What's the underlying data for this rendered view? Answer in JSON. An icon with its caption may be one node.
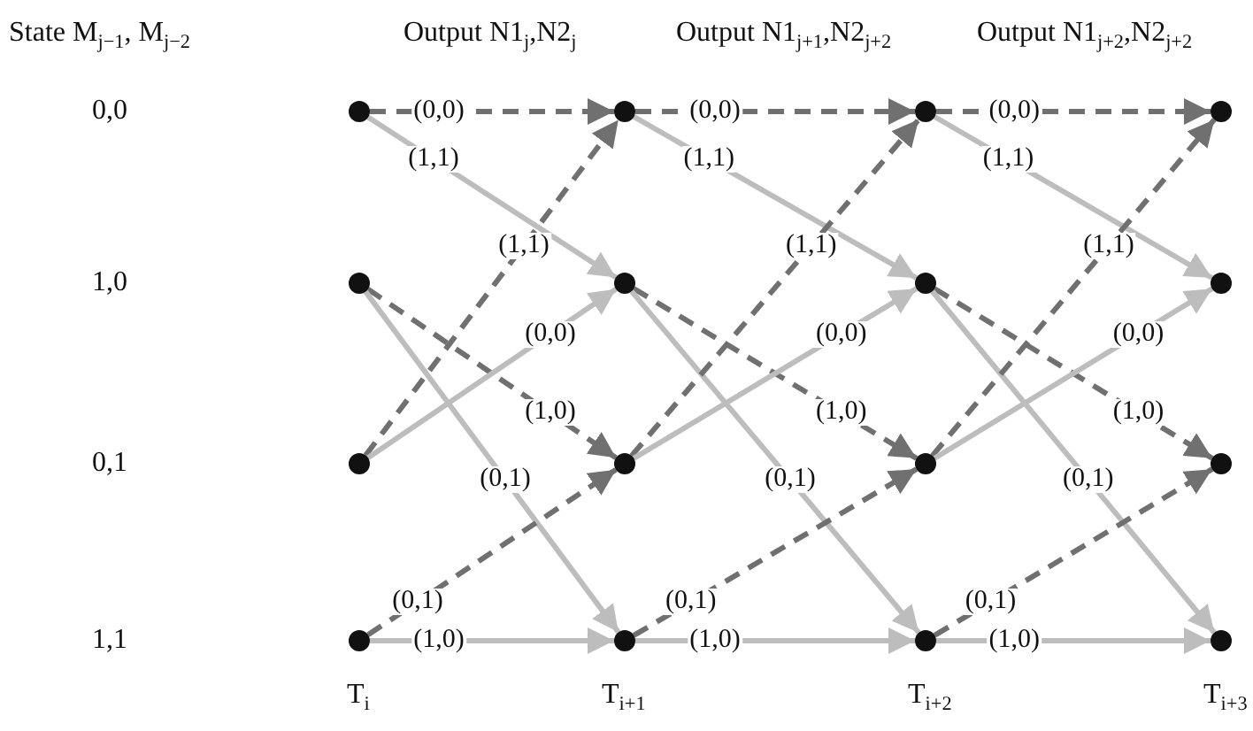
{
  "diagram": {
    "nodes": [
      {
        "text": [],
        "shape": "circle"
      },
      {
        "text": [],
        "shape": "circle"
      },
      {
        "text": [],
        "shape": "circle"
      },
      {
        "text": [],
        "shape": "circle"
      },
      {
        "text": [],
        "shape": "circle"
      },
      {
        "text": [],
        "shape": "circle"
      },
      {
        "text": [],
        "shape": "circle"
      },
      {
        "text": [],
        "shape": "circle"
      },
      {
        "text": [],
        "shape": "circle"
      },
      {
        "text": [],
        "shape": "circle"
      },
      {
        "text": [],
        "shape": "circle"
      },
      {
        "text": [],
        "shape": "circle"
      },
      {
        "text": [],
        "shape": "circle"
      },
      {
        "text": [],
        "shape": "circle"
      },
      {
        "text": [],
        "shape": "circle"
      },
      {
        "text": [],
        "shape": "circle"
      }
    ],
    "edges": [
      {
        "from": 0,
        "to": 1,
        "arrow": "to",
        "label": "(0,0)",
        "style": "dashed",
        "color": "#707070"
      },
      {
        "from": 0,
        "to": 5,
        "arrow": "to",
        "label": "(1,1)"
      },
      {
        "from": 4,
        "to": 9,
        "arrow": "to",
        "label": "(1,0)",
        "style": "dashed",
        "color": "#707070"
      },
      {
        "from": 4,
        "to": 13,
        "arrow": "to",
        "label": "(0,1)"
      },
      {
        "from": 8,
        "to": 1,
        "arrow": "to",
        "label": "(1,1)",
        "style": "dashed",
        "color": "#707070"
      },
      {
        "from": 8,
        "to": 5,
        "arrow": "to",
        "label": "(0,0)"
      },
      {
        "from": 12,
        "to": 9,
        "arrow": "to",
        "label": "(0,1)",
        "style": "dashed",
        "color": "#707070"
      },
      {
        "from": 12,
        "to": 13,
        "arrow": "to",
        "label": "(1,0)"
      },
      {
        "from": 1,
        "to": 2,
        "arrow": "to",
        "label": "(0,0)",
        "style": "dashed",
        "color": "#707070"
      },
      {
        "from": 1,
        "to": 6,
        "arrow": "to",
        "label": "(1,1)"
      },
      {
        "from": 5,
        "to": 10,
        "arrow": "to",
        "label": "(1,0)",
        "style": "dashed",
        "color": "#707070"
      },
      {
        "from": 5,
        "to": 14,
        "arrow": "to",
        "label": "(0,1)"
      },
      {
        "from": 9,
        "to": 2,
        "arrow": "to",
        "label": "(1,1)",
        "style": "dashed",
        "color": "#707070"
      },
      {
        "from": 9,
        "to": 6,
        "arrow": "to",
        "label": "(0,0)"
      },
      {
        "from": 13,
        "to": 10,
        "arrow": "to",
        "label": "(0,1)",
        "style": "dashed",
        "color": "#707070"
      },
      {
        "from": 13,
        "to": 14,
        "arrow": "to",
        "label": "(1,0)"
      },
      {
        "from": 2,
        "to": 3,
        "arrow": "to",
        "label": "(0,0)",
        "style": "dashed",
        "color": "#707070"
      },
      {
        "from": 2,
        "to": 7,
        "arrow": "to",
        "label": "(1,1)"
      },
      {
        "from": 6,
        "to": 11,
        "arrow": "to",
        "label": "(1,0)",
        "style": "dashed",
        "color": "#707070"
      },
      {
        "from": 6,
        "to": 15,
        "arrow": "to",
        "label": "(0,1)"
      },
      {
        "from": 10,
        "to": 3,
        "arrow": "to",
        "label": "(1,1)",
        "style": "dashed",
        "color": "#707070"
      },
      {
        "from": 10,
        "to": 7,
        "arrow": "to",
        "label": "(0,0)"
      },
      {
        "from": 14,
        "to": 11,
        "arrow": "to",
        "label": "(0,1)",
        "style": "dashed",
        "color": "#707070"
      },
      {
        "from": 14,
        "to": 15,
        "arrow": "to",
        "label": "(1,0)"
      }
    ],
    "labels": [
      "State M$_{j−1}$, M$_{j−2}$",
      "Output N1$_{j}$,N2$_{j}$",
      "Output N1$_{j+1}$,N2$_{j+2}$",
      "Output N1$_{j+2}$,N2$_{j+2}$",
      "0,0",
      "1,0",
      "0,1",
      "1,1",
      "T$_{i}$",
      "T$_{i+1}$",
      "T$_{i+2}$",
      "T$_{i+3}$"
    ]
  }
}
